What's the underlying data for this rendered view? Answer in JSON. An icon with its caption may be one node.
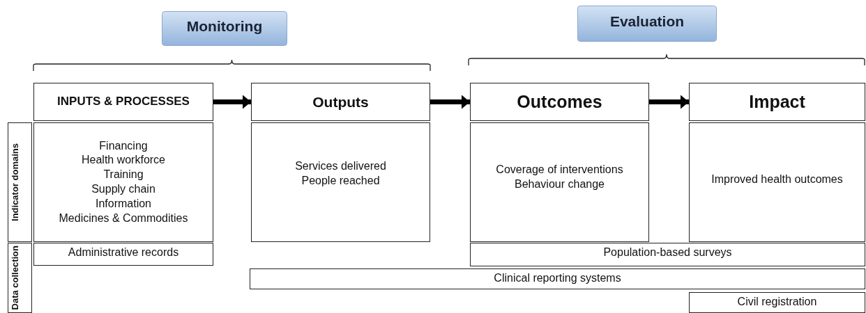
{
  "diagram": {
    "nodes": [
      {
        "text": [
          "Monitoring"
        ]
      },
      {
        "text": [
          "Evaluation"
        ]
      },
      {
        "text": [
          "INPUTS & PROCESSES"
        ]
      },
      {
        "text": [
          "Outputs"
        ]
      },
      {
        "text": [
          "Outcomes"
        ]
      },
      {
        "text": [
          "Impact"
        ]
      },
      {
        "text": [
          "Indicator domains"
        ]
      },
      {
        "text": [
          "Financing",
          "Health workforce",
          "Training",
          "Supply chain",
          "Information",
          "Medicines & Commodities"
        ]
      },
      {
        "text": [
          "Services delivered",
          "People reached"
        ]
      },
      {
        "text": [
          "Coverage of interventions",
          "Behaviour change"
        ]
      },
      {
        "text": [
          "Improved health outcomes"
        ]
      },
      {
        "text": [
          "Data collection"
        ]
      },
      {
        "text": [
          "Administrative records"
        ]
      },
      {
        "text": [
          "Population-based surveys"
        ]
      },
      {
        "text": [
          "Clinical reporting systems"
        ]
      },
      {
        "text": [
          "Civil registration"
        ]
      }
    ],
    "edges": [
      {
        "from": 2,
        "to": 3,
        "arrow": "to"
      },
      {
        "from": 3,
        "to": 4,
        "arrow": "to"
      },
      {
        "from": 4,
        "to": 5,
        "arrow": "to"
      }
    ]
  }
}
